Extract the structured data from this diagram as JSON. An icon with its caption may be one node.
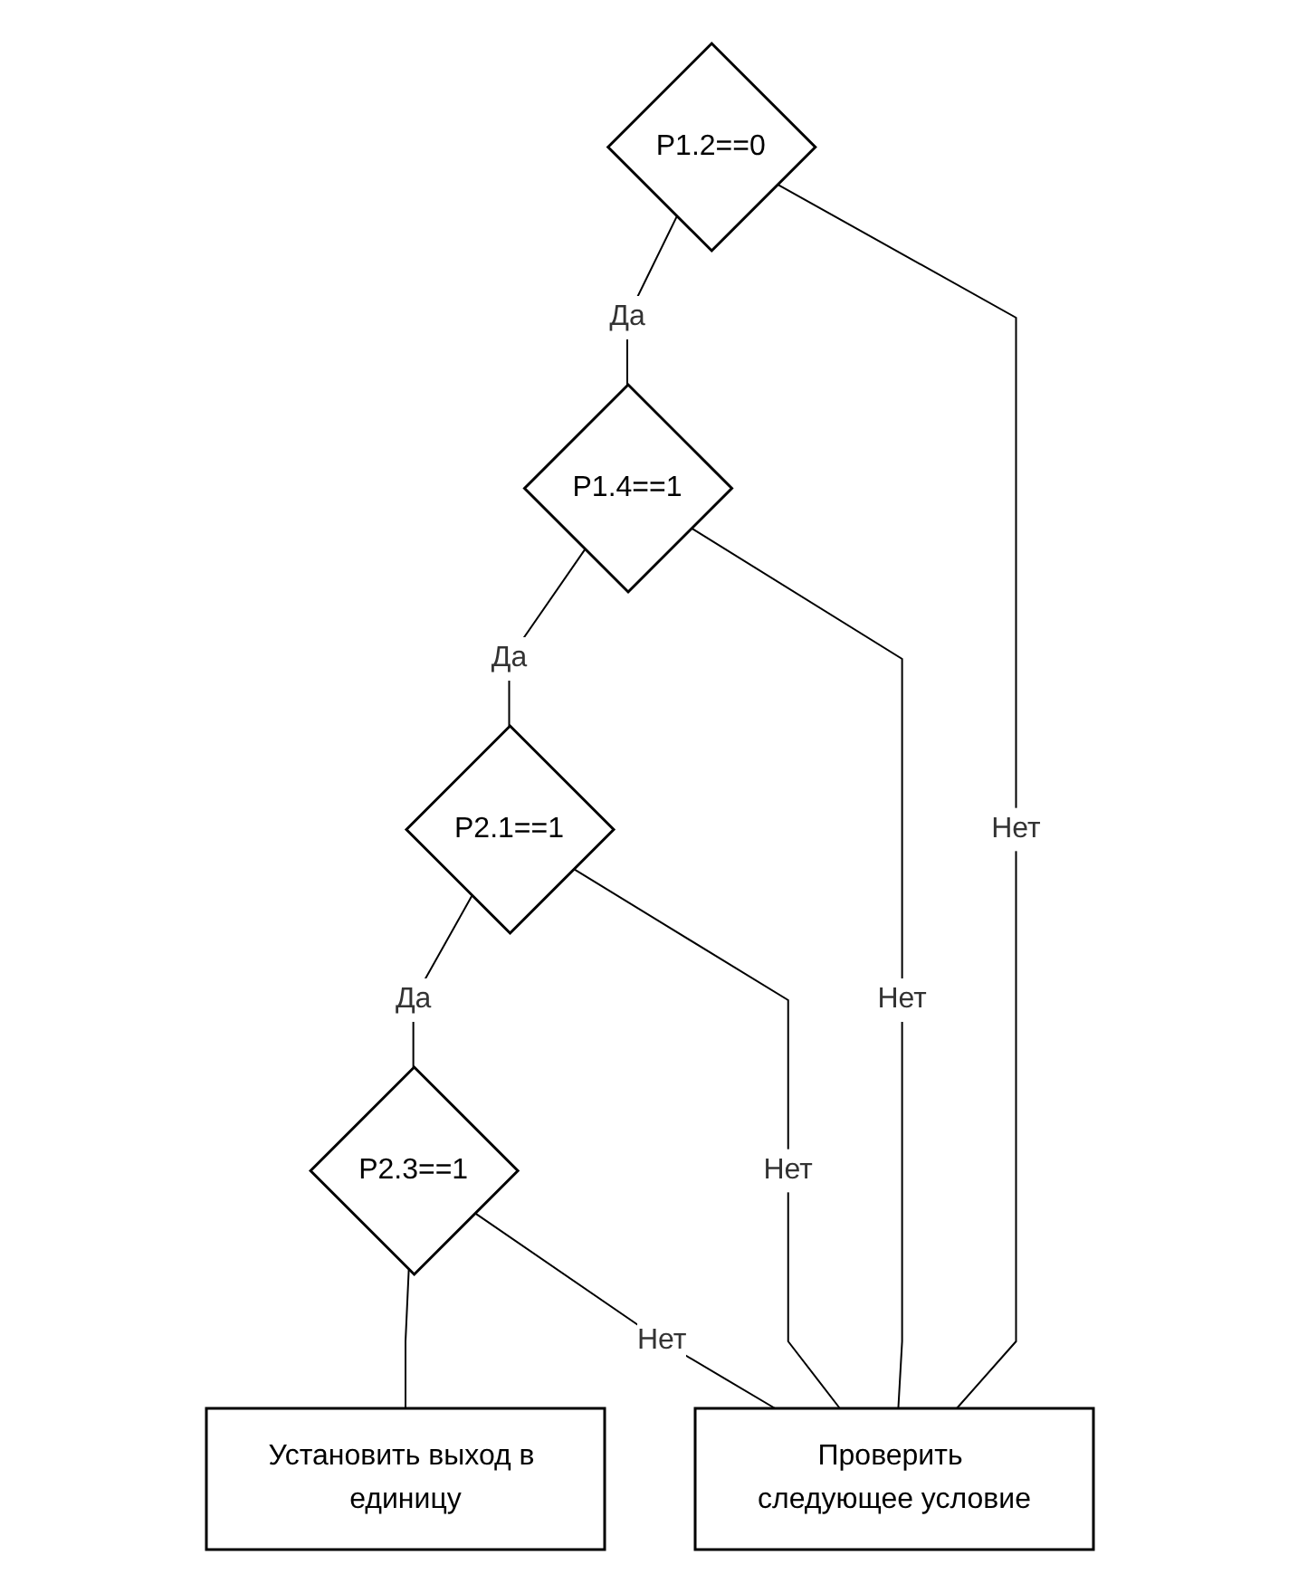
{
  "diagram": {
    "nodes": [
      {
        "text": [
          "P1.2==0"
        ]
      },
      {
        "text": [
          "P1.4==1"
        ]
      },
      {
        "text": [
          "P2.1==1"
        ]
      },
      {
        "text": [
          "P2.3==1"
        ]
      },
      {
        "text": [
          "Установить выход в единицу"
        ]
      },
      {
        "text": [
          "Проверить следующее условие"
        ]
      }
    ],
    "edges": [
      {
        "from": 0,
        "to": 1,
        "arrow": "none",
        "label": "Да"
      },
      {
        "from": 1,
        "to": 2,
        "arrow": "none",
        "label": "Да"
      },
      {
        "from": 2,
        "to": 3,
        "arrow": "none",
        "label": "Да"
      },
      {
        "from": 3,
        "to": 4,
        "arrow": "none"
      },
      {
        "from": 0,
        "to": 5,
        "arrow": "none",
        "label": "Нет"
      },
      {
        "from": 1,
        "to": 5,
        "arrow": "none",
        "label": "Нет"
      },
      {
        "from": 2,
        "to": 5,
        "arrow": "none",
        "label": "Нет"
      },
      {
        "from": 3,
        "to": 5,
        "arrow": "none",
        "label": "Нет"
      }
    ]
  }
}
